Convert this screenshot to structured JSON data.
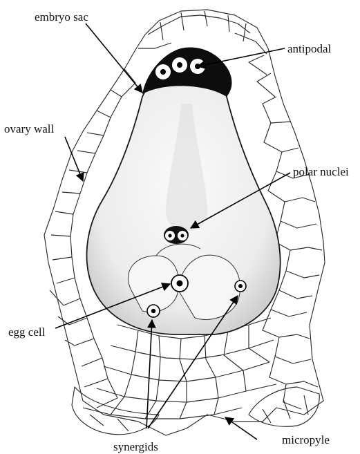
{
  "labels": {
    "embryo_sac": "embryo sac",
    "antipodal": "antipodal",
    "ovary_wall": "ovary wall",
    "polar_nuclei": "polar nuclei",
    "egg_cell": "egg cell",
    "synergids": "synergids",
    "micropyle": "micropyle"
  },
  "colors": {
    "ink": "#111111",
    "sac_fill": "#f4f4f4",
    "antipodal_cap": "#0d0d0d"
  }
}
